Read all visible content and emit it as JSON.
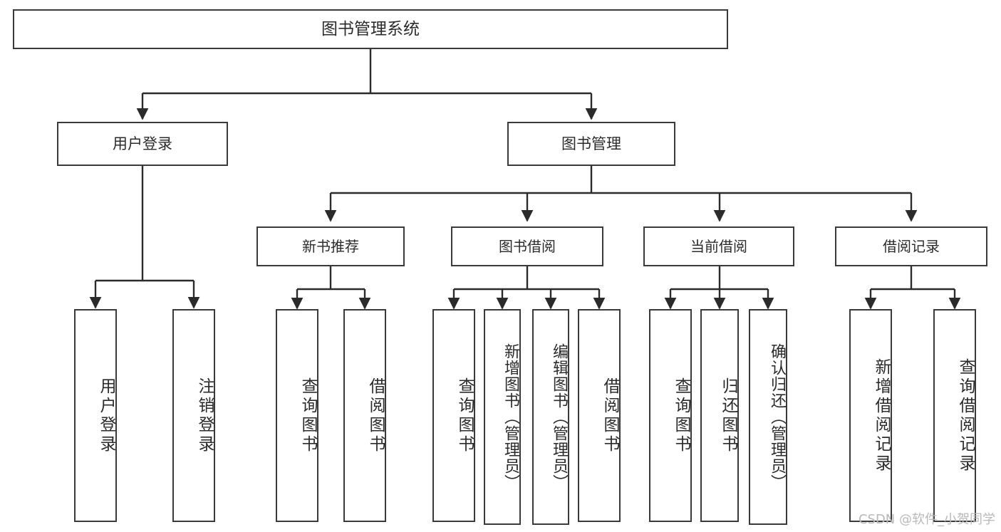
{
  "diagram": {
    "title": "图书管理系统",
    "type": "tree",
    "watermark": "CSDN @软件_小贺同学",
    "colors": {
      "border": "#3a3a3a",
      "text": "#2b2b2b",
      "background": "#ffffff",
      "edge": "#2b2b2b",
      "watermark": "#b9b9b9"
    },
    "root": {
      "label": "图书管理系统"
    },
    "level1": [
      {
        "label": "用户登录"
      },
      {
        "label": "图书管理"
      }
    ],
    "level2": [
      {
        "label": "新书推荐"
      },
      {
        "label": "图书借阅"
      },
      {
        "label": "当前借阅"
      },
      {
        "label": "借阅记录"
      }
    ],
    "leaves": {
      "user_login": [
        {
          "label": "用户登录"
        },
        {
          "label": "注销登录"
        }
      ],
      "new_book_recommend": [
        {
          "label": "查询图书"
        },
        {
          "label": "借阅图书"
        }
      ],
      "book_borrow": [
        {
          "label": "查询图书"
        },
        {
          "label": "新增图书（管理员）"
        },
        {
          "label": "编辑图书（管理员）"
        },
        {
          "label": "借阅图书"
        }
      ],
      "current_borrow": [
        {
          "label": "查询图书"
        },
        {
          "label": "归还图书"
        },
        {
          "label": "确认归还（管理员）"
        }
      ],
      "borrow_record": [
        {
          "label": "新增借阅记录"
        },
        {
          "label": "查询借阅记录"
        }
      ]
    }
  }
}
